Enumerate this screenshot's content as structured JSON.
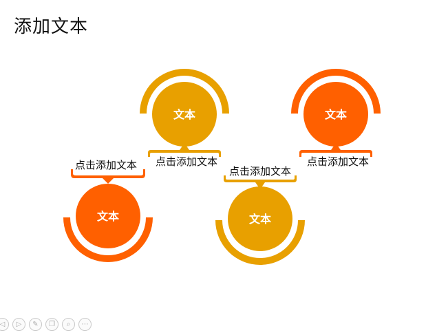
{
  "slide": {
    "title": "添加文本"
  },
  "nodes": [
    {
      "label": "文本",
      "caption": "点击添加文本",
      "color": "#FF6000",
      "position": "bottom"
    },
    {
      "label": "文本",
      "caption": "点击添加文本",
      "color": "#E8A000",
      "position": "top"
    },
    {
      "label": "文本",
      "caption": "点击添加文本",
      "color": "#E8A000",
      "position": "bottom"
    },
    {
      "label": "文本",
      "caption": "点击添加文本",
      "color": "#FF6000",
      "position": "top"
    }
  ],
  "toolbar": {
    "buttons": [
      {
        "icon": "previous-icon",
        "glyph": "◁"
      },
      {
        "icon": "next-icon",
        "glyph": "▷"
      },
      {
        "icon": "pen-icon",
        "glyph": "✎"
      },
      {
        "icon": "slides-icon",
        "glyph": "❐"
      },
      {
        "icon": "zoom-icon",
        "glyph": "⌕"
      },
      {
        "icon": "more-icon",
        "glyph": "⋯"
      }
    ]
  }
}
